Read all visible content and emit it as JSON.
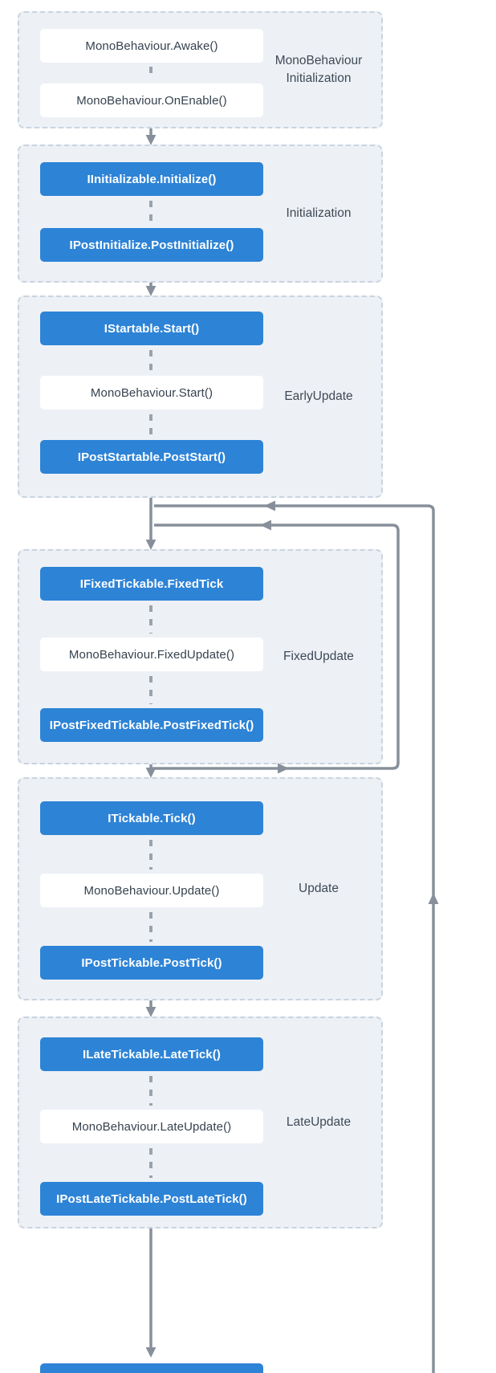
{
  "colors": {
    "accent_blue": "#2d83d6",
    "panel_bg": "#edf1f6",
    "panel_border": "#c9d3df",
    "connector_gray": "#87909a",
    "dashed_gray": "#9aa3ad",
    "text_dark": "#36424f",
    "label_text": "#3e4956"
  },
  "sections": [
    {
      "label": "MonoBehaviour Initialization",
      "boxes": [
        {
          "type": "mono",
          "label": "MonoBehaviour.Awake()"
        },
        {
          "type": "mono",
          "label": "MonoBehaviour.OnEnable()"
        }
      ]
    },
    {
      "label": "Initialization",
      "boxes": [
        {
          "type": "interface",
          "label": "IInitializable.Initialize()"
        },
        {
          "type": "interface",
          "label": "IPostInitialize.PostInitialize()"
        }
      ]
    },
    {
      "label": "EarlyUpdate",
      "boxes": [
        {
          "type": "interface",
          "label": "IStartable.Start()"
        },
        {
          "type": "mono",
          "label": "MonoBehaviour.Start()"
        },
        {
          "type": "interface",
          "label": "IPostStartable.PostStart()"
        }
      ]
    },
    {
      "label": "FixedUpdate",
      "boxes": [
        {
          "type": "interface",
          "label": "IFixedTickable.FixedTick"
        },
        {
          "type": "mono",
          "label": "MonoBehaviour.FixedUpdate()"
        },
        {
          "type": "interface",
          "label": "IPostFixedTickable.PostFixedTick()"
        }
      ]
    },
    {
      "label": "Update",
      "boxes": [
        {
          "type": "interface",
          "label": "ITickable.Tick()"
        },
        {
          "type": "mono",
          "label": "MonoBehaviour.Update()"
        },
        {
          "type": "interface",
          "label": "IPostTickable.PostTick()"
        }
      ]
    },
    {
      "label": "LateUpdate",
      "boxes": [
        {
          "type": "interface",
          "label": "ILateTickable.LateTick()"
        },
        {
          "type": "mono",
          "label": "MonoBehaviour.LateUpdate()"
        },
        {
          "type": "interface",
          "label": "IPostLateTickable.PostLateTick()"
        }
      ]
    }
  ]
}
